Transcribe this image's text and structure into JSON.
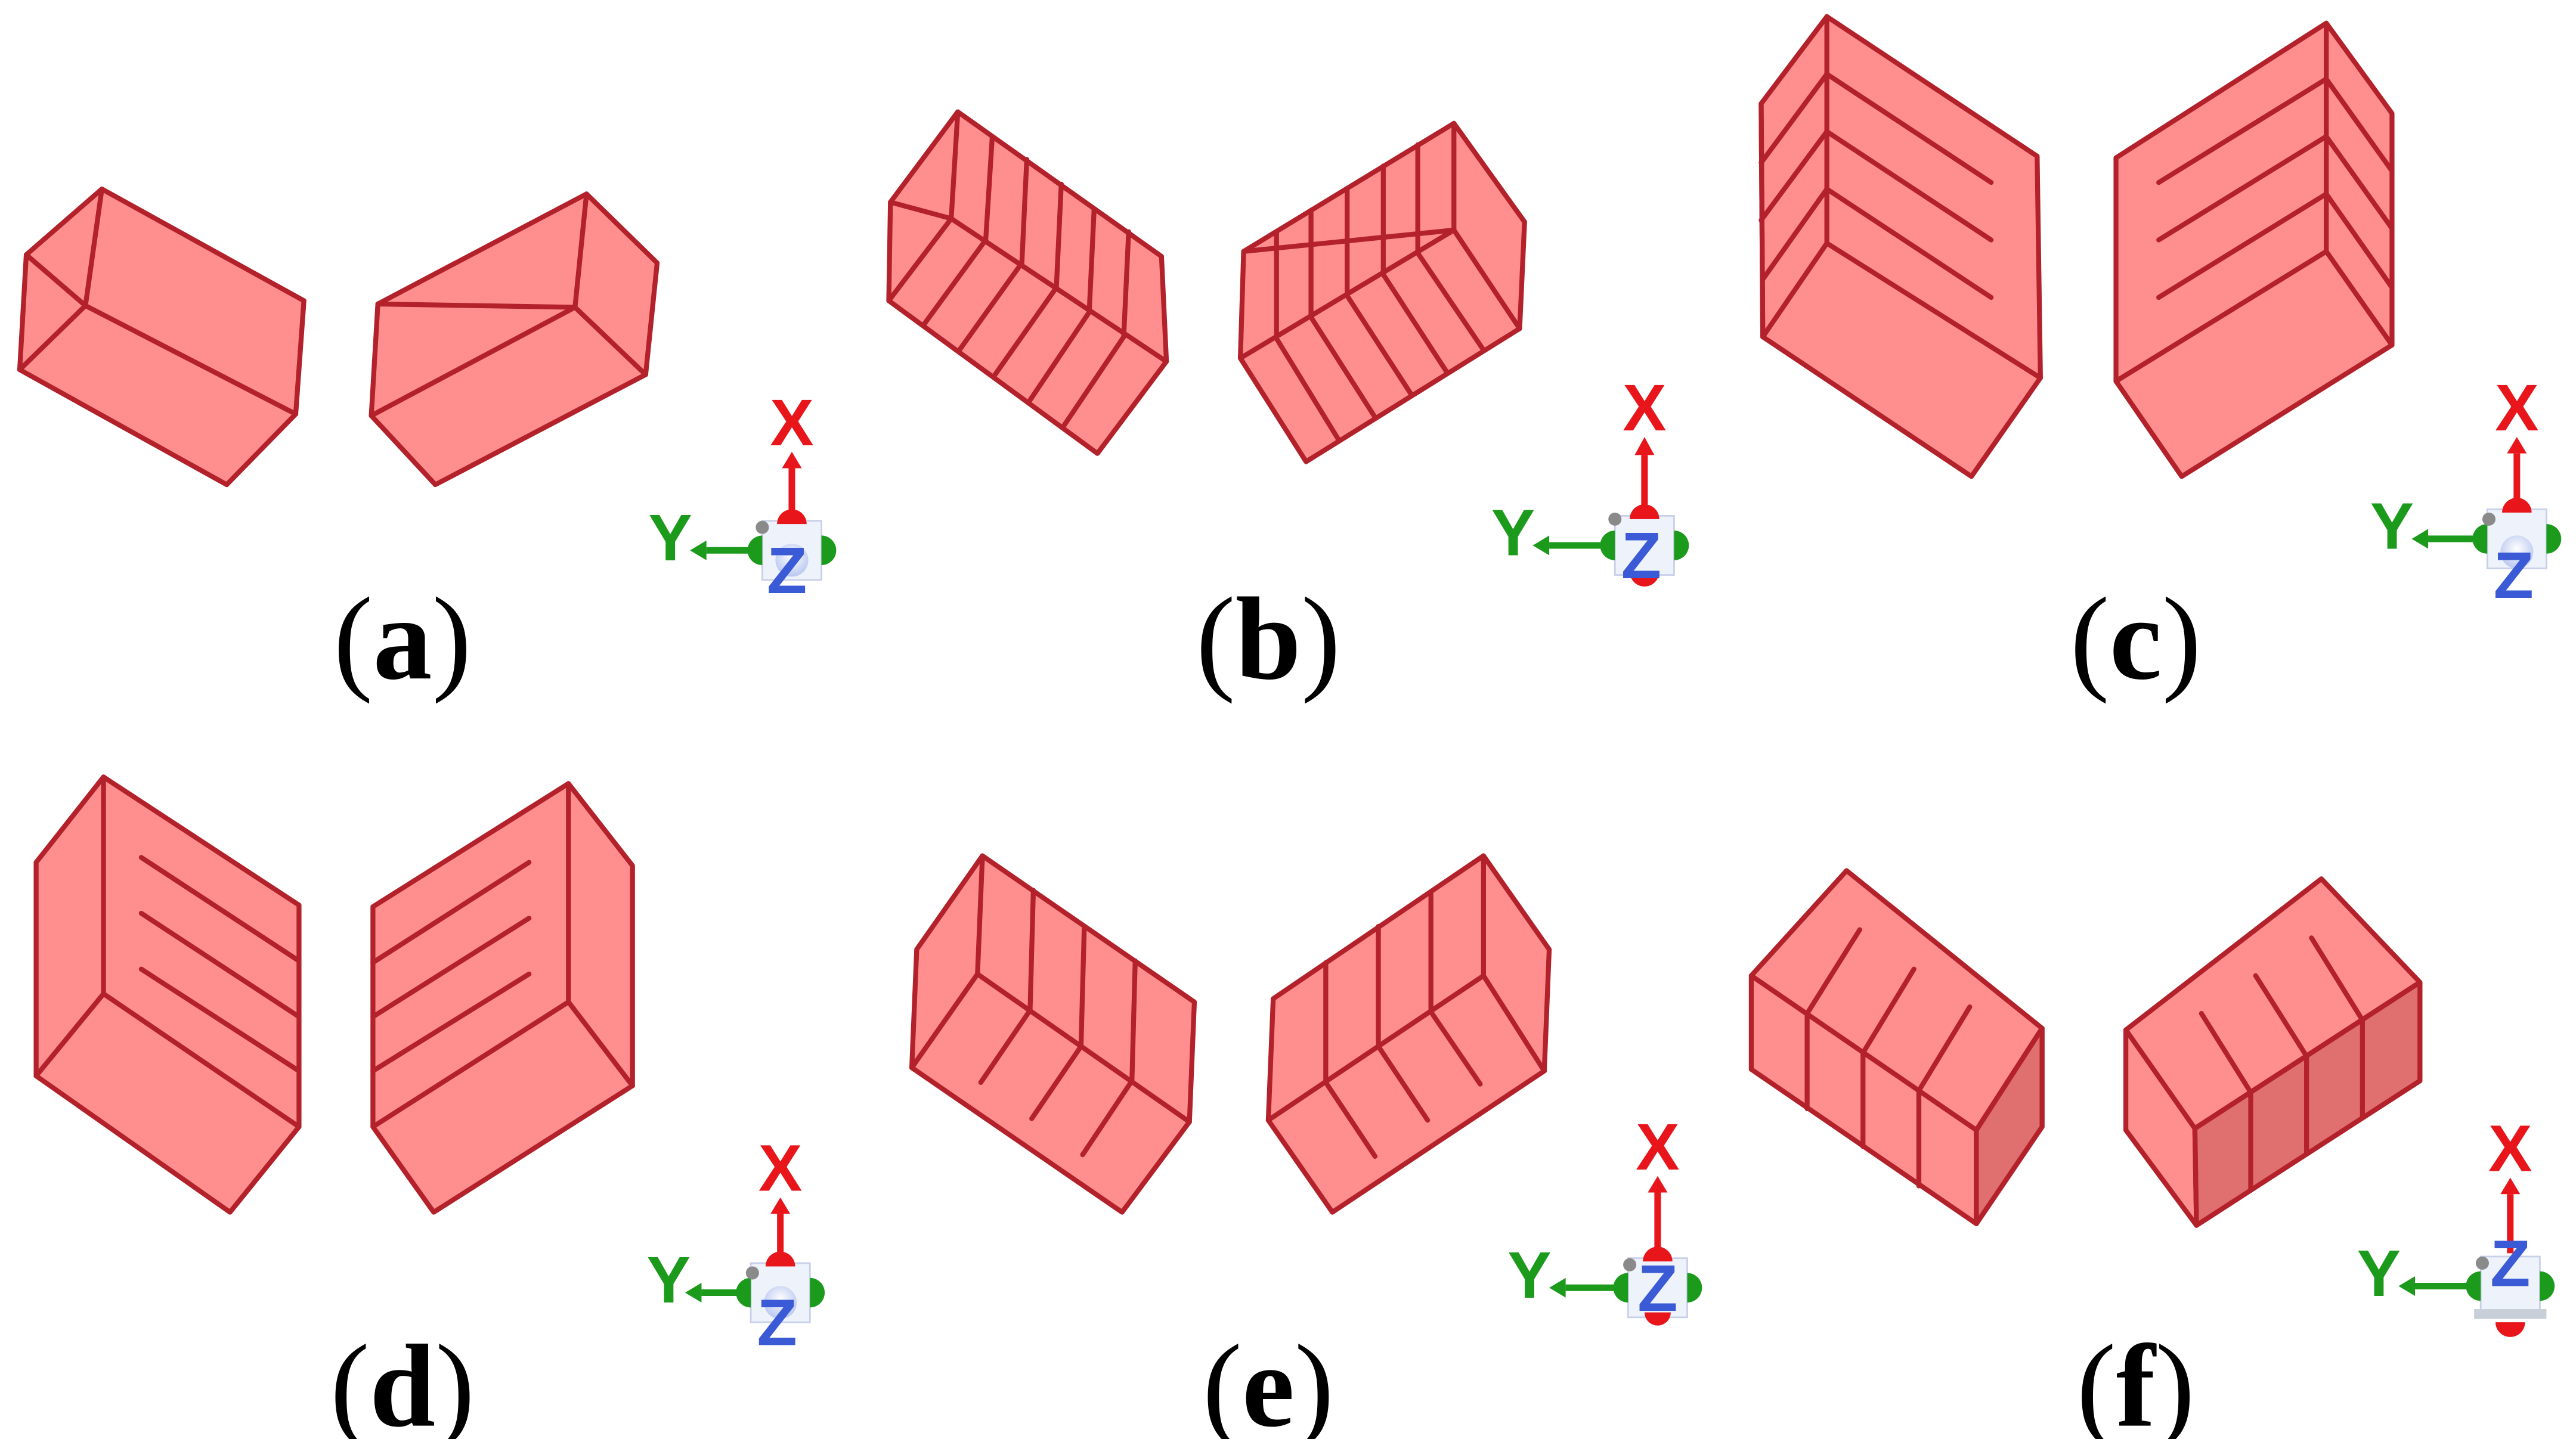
{
  "panels": [
    {
      "id": "a",
      "label": "a"
    },
    {
      "id": "b",
      "label": "b"
    },
    {
      "id": "c",
      "label": "c"
    },
    {
      "id": "d",
      "label": "d"
    },
    {
      "id": "e",
      "label": "e"
    },
    {
      "id": "f",
      "label": "f"
    }
  ],
  "axes": {
    "x": "X",
    "y": "Y",
    "z": "Z"
  },
  "colors": {
    "face": "#ff8f8f",
    "face_dark": "#e07070",
    "edge": "#b3212b",
    "axis_x": "#e8151b",
    "axis_y": "#1b9a1b",
    "axis_z": "#3b5bd6"
  }
}
